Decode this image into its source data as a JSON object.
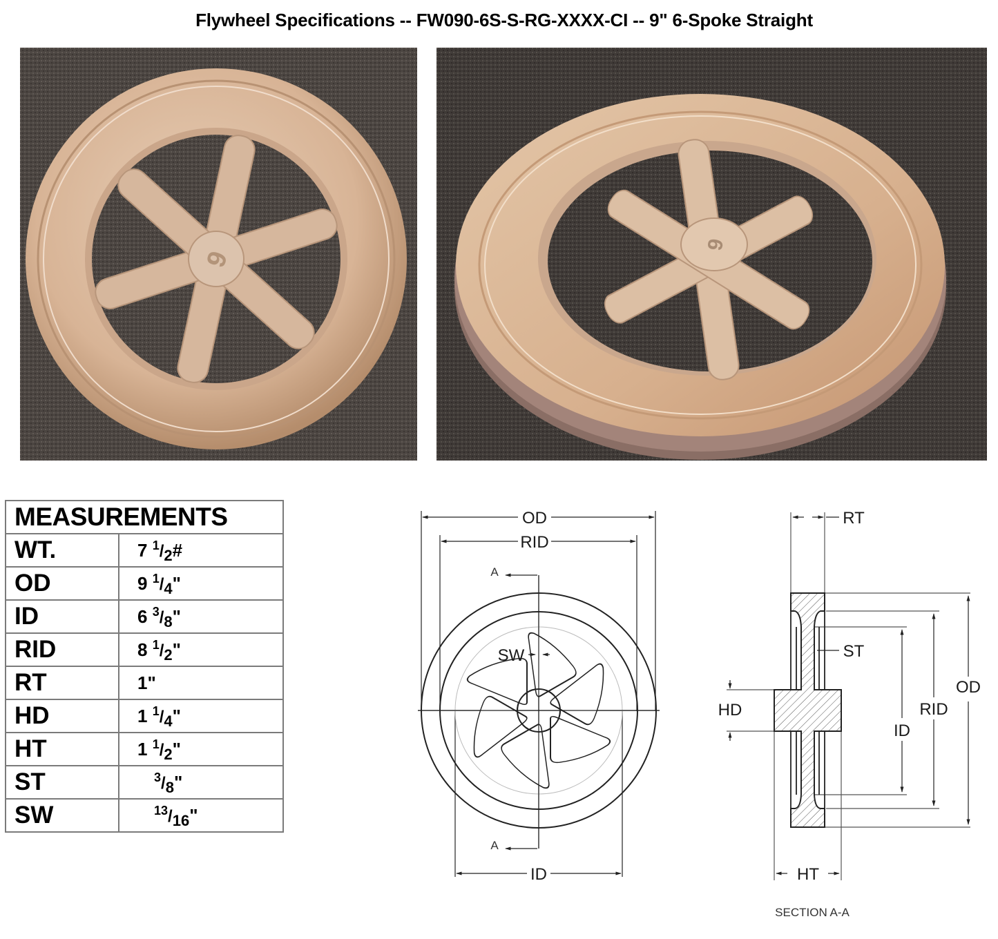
{
  "title": "Flywheel Specifications -- FW090-6S-S-RG-XXXX-CI -- 9\" 6-Spoke Straight",
  "photos": {
    "front": {
      "subject": "flywheel-front-view",
      "hub_marking": "9",
      "colors": {
        "carpet": "#4a4440",
        "metal": "#d9b99a",
        "shadow": "#9c7f6a"
      }
    },
    "angled": {
      "subject": "flywheel-angled-view",
      "hub_marking": "9"
    }
  },
  "measurements": {
    "header": "MEASUREMENTS",
    "rows": [
      {
        "key": "WT.",
        "whole": "7",
        "num": "1",
        "den": "2",
        "unit": "#"
      },
      {
        "key": "OD",
        "whole": "9",
        "num": "1",
        "den": "4",
        "unit": "\""
      },
      {
        "key": "ID",
        "whole": "6",
        "num": "3",
        "den": "8",
        "unit": "\""
      },
      {
        "key": "RID",
        "whole": "8",
        "num": "1",
        "den": "2",
        "unit": "\""
      },
      {
        "key": "RT",
        "whole": "1\"",
        "num": "",
        "den": "",
        "unit": ""
      },
      {
        "key": "HD",
        "whole": "1",
        "num": "1",
        "den": "4",
        "unit": "\""
      },
      {
        "key": "HT",
        "whole": "1",
        "num": "1",
        "den": "2",
        "unit": "\""
      },
      {
        "key": "ST",
        "whole": "",
        "num": "3",
        "den": "8",
        "unit": "\""
      },
      {
        "key": "SW",
        "whole": "",
        "num": "13",
        "den": "16",
        "unit": "\""
      }
    ]
  },
  "front_view": {
    "labels": {
      "od": "OD",
      "rid": "RID",
      "id": "ID",
      "sw": "SW",
      "section_top": "A",
      "section_bottom": "A"
    }
  },
  "section_view": {
    "labels": {
      "rt": "RT",
      "st": "ST",
      "hd": "HD",
      "id": "ID",
      "rid": "RID",
      "od": "OD",
      "ht": "HT"
    },
    "caption": "SECTION A-A"
  }
}
